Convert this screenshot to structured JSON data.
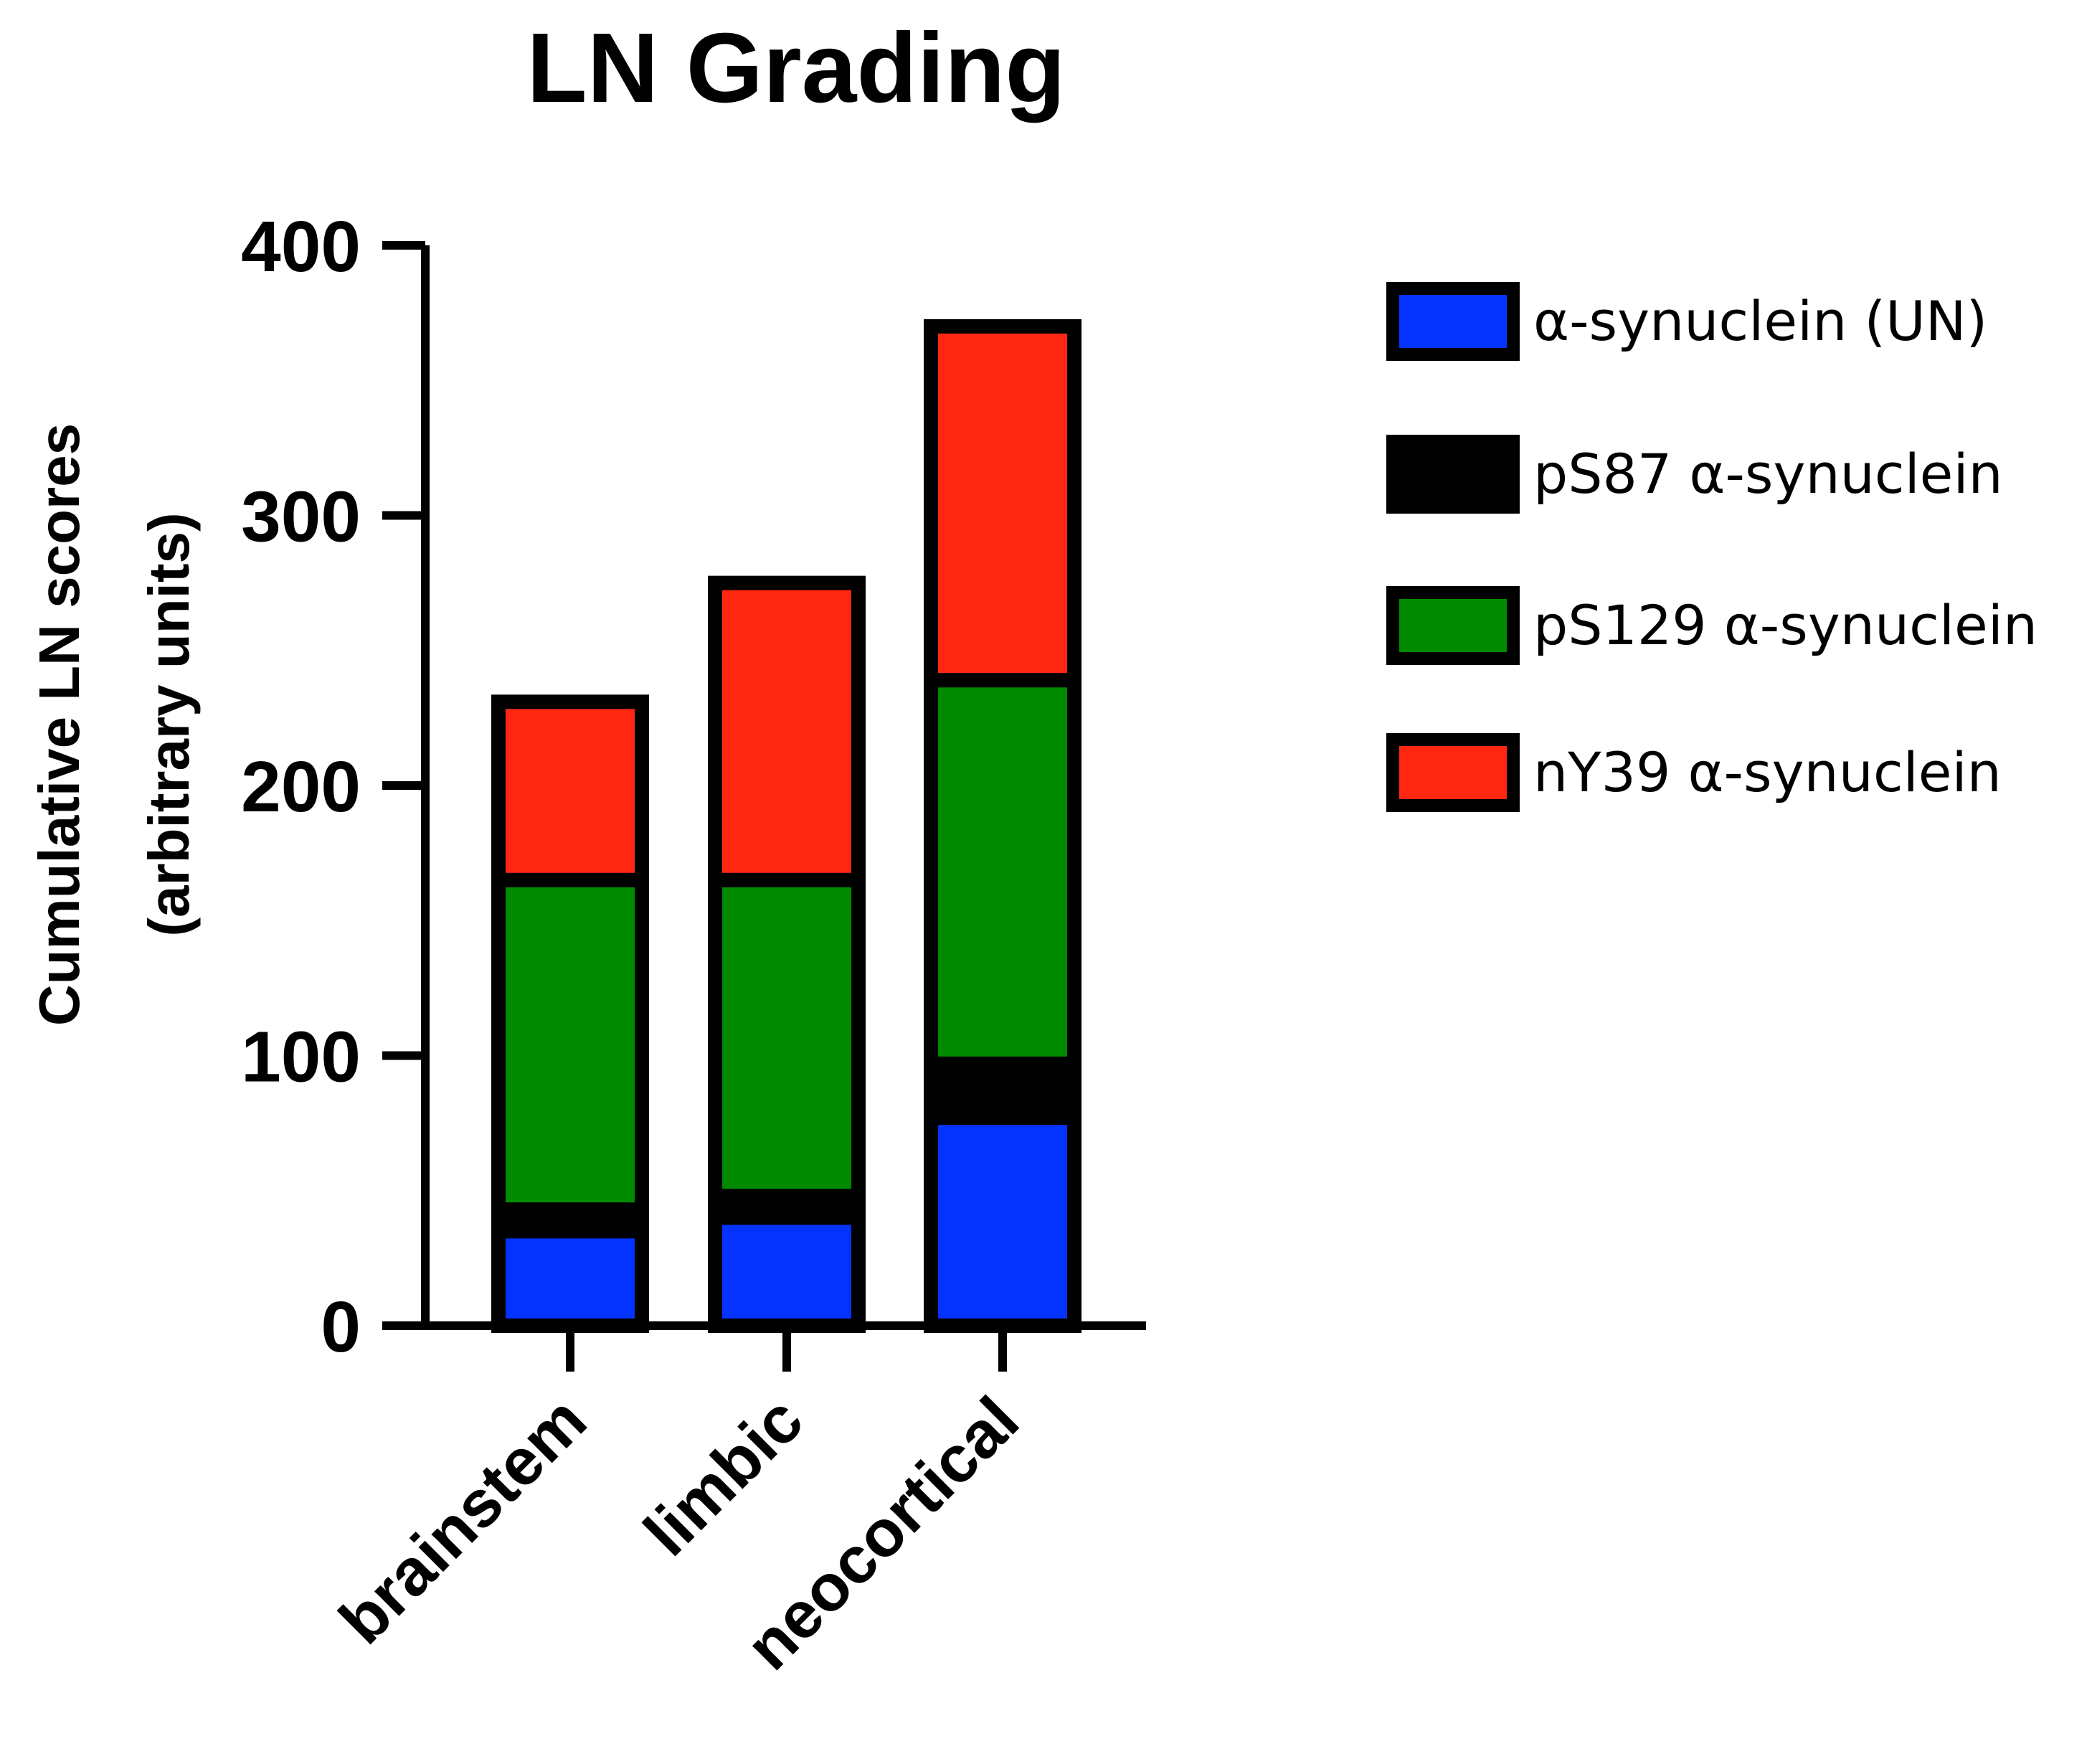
{
  "chart_data": {
    "type": "bar",
    "stacked": true,
    "title": "LN Grading",
    "ylabel_line1": "Cumulative LN scores",
    "ylabel_line2": "(arbitrary units)",
    "xlabel": "",
    "categories": [
      "brainstem",
      "limbic",
      "neocortical"
    ],
    "ylim": [
      0,
      400
    ],
    "yticks": [
      0,
      100,
      200,
      300,
      400
    ],
    "series": [
      {
        "name": "α-synuclein (UN)",
        "color": "#0433ff",
        "values": [
          35,
          40,
          77
        ]
      },
      {
        "name": "pS87 α-synuclein",
        "color": "#000000",
        "values": [
          8,
          8,
          20
        ]
      },
      {
        "name": "pS129 α-synuclein",
        "color": "#008a00",
        "values": [
          122,
          117,
          142
        ]
      },
      {
        "name": "nY39 α-synuclein",
        "color": "#ff2712",
        "values": [
          66,
          110,
          131
        ]
      }
    ],
    "grid": false,
    "legend_position": "right"
  }
}
